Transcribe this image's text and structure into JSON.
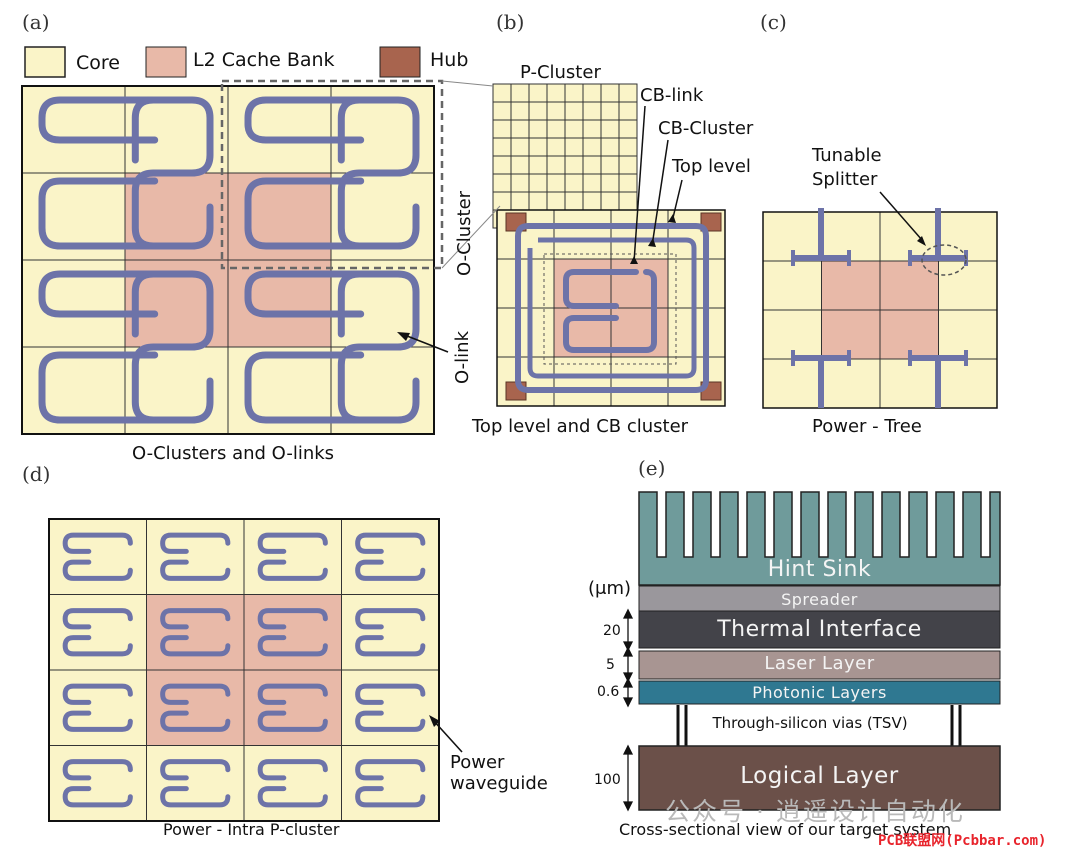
{
  "panels": {
    "a": {
      "letter": "(a)",
      "caption": "O-Clusters and O-links",
      "o_cluster_label": "O-Cluster",
      "o_link_label": "O-link"
    },
    "b": {
      "letter": "(b)",
      "caption": "Top level and CB cluster",
      "p_cluster_label": "P-Cluster",
      "cb_link_label": "CB-link",
      "cb_cluster_label": "CB-Cluster",
      "top_level_label": "Top level"
    },
    "c": {
      "letter": "(c)",
      "caption": "Power - Tree",
      "splitter_line1": "Tunable",
      "splitter_line2": "Splitter"
    },
    "d": {
      "letter": "(d)",
      "caption": "Power - Intra P-cluster",
      "waveguide_line1": "Power",
      "waveguide_line2": "waveguide"
    },
    "e": {
      "letter": "(e)",
      "caption": "Cross-sectional view of our target system",
      "unit": "(μm)",
      "layers": {
        "heat_sink": "Hint Sink",
        "spreader": "Spreader",
        "thermal": "Thermal Interface",
        "laser": "Laser Layer",
        "photonic": "Photonic Layers",
        "tsv": "Through-silicon vias (TSV)",
        "logical": "Logical Layer"
      },
      "dims": {
        "thermal": "20",
        "laser": "5",
        "photonic": "0.6",
        "logical": "100"
      }
    }
  },
  "legend": {
    "core": "Core",
    "l2": "L2 Cache Bank",
    "hub": "Hub"
  },
  "watermark": {
    "wechat": "公众号 · 逍遥设计自动化",
    "site": "PCB联盟网(Pcbbar.com)"
  },
  "colors": {
    "core": "#faf4c8",
    "l2": "#e8b9a8",
    "hub": "#a8644e",
    "waveguide": "#6d73a8",
    "heat_sink": "#6f9b9b",
    "spreader": "#9a979c",
    "thermal": "#434349",
    "laser": "#a89592",
    "photonic": "#2f7891",
    "logical": "#6b5049"
  }
}
